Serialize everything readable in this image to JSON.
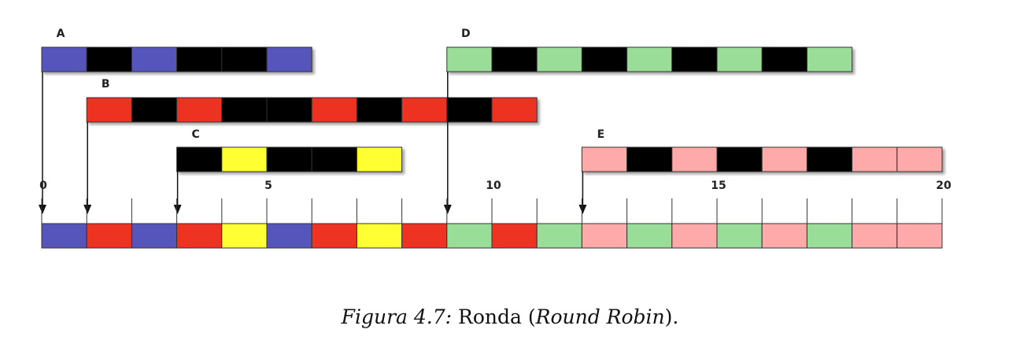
{
  "colors": {
    "A": "#5555bb",
    "B": "#ee3322",
    "C": "#ffff33",
    "D": "#99dd99",
    "E": "#ffaaaa",
    "wait": "#000000"
  },
  "processes": [
    {
      "name": "A",
      "arrival": 0,
      "slots": [
        "A",
        "wait",
        "A",
        "wait",
        "wait",
        "A"
      ]
    },
    {
      "name": "B",
      "arrival": 1,
      "slots": [
        "B",
        "wait",
        "B",
        "wait",
        "wait",
        "B",
        "wait",
        "B",
        "wait",
        "B"
      ]
    },
    {
      "name": "C",
      "arrival": 3,
      "slots": [
        "wait",
        "C",
        "wait",
        "wait",
        "C"
      ]
    },
    {
      "name": "D",
      "arrival": 9,
      "slots": [
        "D",
        "wait",
        "D",
        "wait",
        "D",
        "wait",
        "D",
        "wait",
        "D"
      ]
    },
    {
      "name": "E",
      "arrival": 12,
      "slots": [
        "E",
        "wait",
        "E",
        "wait",
        "E",
        "wait",
        "E",
        "E"
      ]
    }
  ],
  "timeline": {
    "tick_labels": [
      {
        "t": 0,
        "label": "0"
      },
      {
        "t": 5,
        "label": "5"
      },
      {
        "t": 10,
        "label": "10"
      },
      {
        "t": 15,
        "label": "15"
      },
      {
        "t": 20,
        "label": "20"
      }
    ],
    "schedule": [
      "A",
      "B",
      "A",
      "B",
      "C",
      "A",
      "B",
      "C",
      "B",
      "D",
      "B",
      "D",
      "E",
      "D",
      "E",
      "D",
      "E",
      "D",
      "E",
      "E"
    ]
  },
  "caption": {
    "figure": "Figura 4.7:",
    "text_before": " Ronda (",
    "emphasis": "Round Robin",
    "text_after": ")."
  }
}
